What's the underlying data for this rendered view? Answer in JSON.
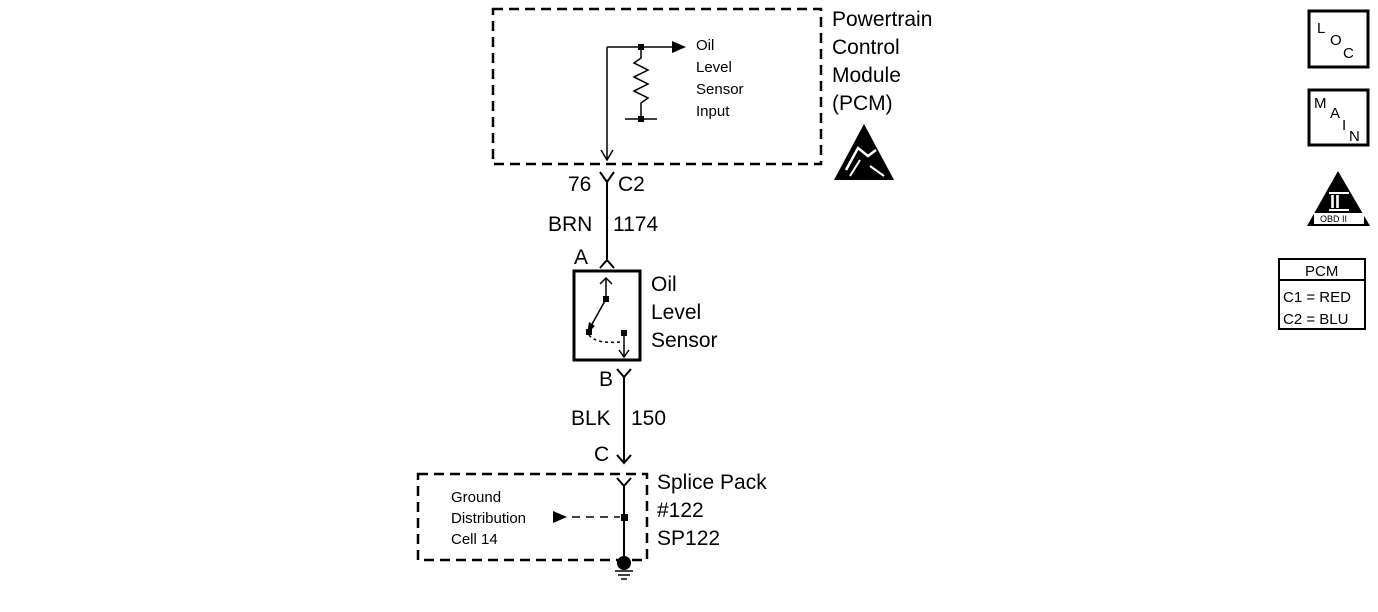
{
  "pcm": {
    "title_lines": [
      "Powertrain",
      "Control",
      "Module",
      "(PCM)"
    ],
    "input_lines": [
      "Oil",
      "Level",
      "Sensor",
      "Input"
    ]
  },
  "connector_c2": {
    "pin": "76",
    "name": "C2"
  },
  "wire_1174": {
    "color": "BRN",
    "circuit": "1174"
  },
  "sensor": {
    "terminal_a": "A",
    "terminal_b": "B",
    "name_lines": [
      "Oil",
      "Level",
      "Sensor"
    ]
  },
  "wire_150": {
    "color": "BLK",
    "circuit": "150"
  },
  "splice": {
    "terminal_c": "C",
    "name_lines": [
      "Splice Pack",
      "#122",
      "SP122"
    ],
    "ground_lines": [
      "Ground",
      "Distribution",
      "Cell 14"
    ]
  },
  "legend": {
    "loc": {
      "l": "L",
      "o": "O",
      "c": "C"
    },
    "main": {
      "m": "M",
      "a": "A",
      "i": "I",
      "n": "N"
    },
    "obd": {
      "numeral": "II",
      "label": "OBD II"
    },
    "pcm_table": {
      "header": "PCM",
      "rows": [
        "C1 = RED",
        "C2 = BLU"
      ]
    }
  },
  "icons": [
    "esd-warning-icon",
    "ground-symbol-icon",
    "obd-ii-icon"
  ]
}
